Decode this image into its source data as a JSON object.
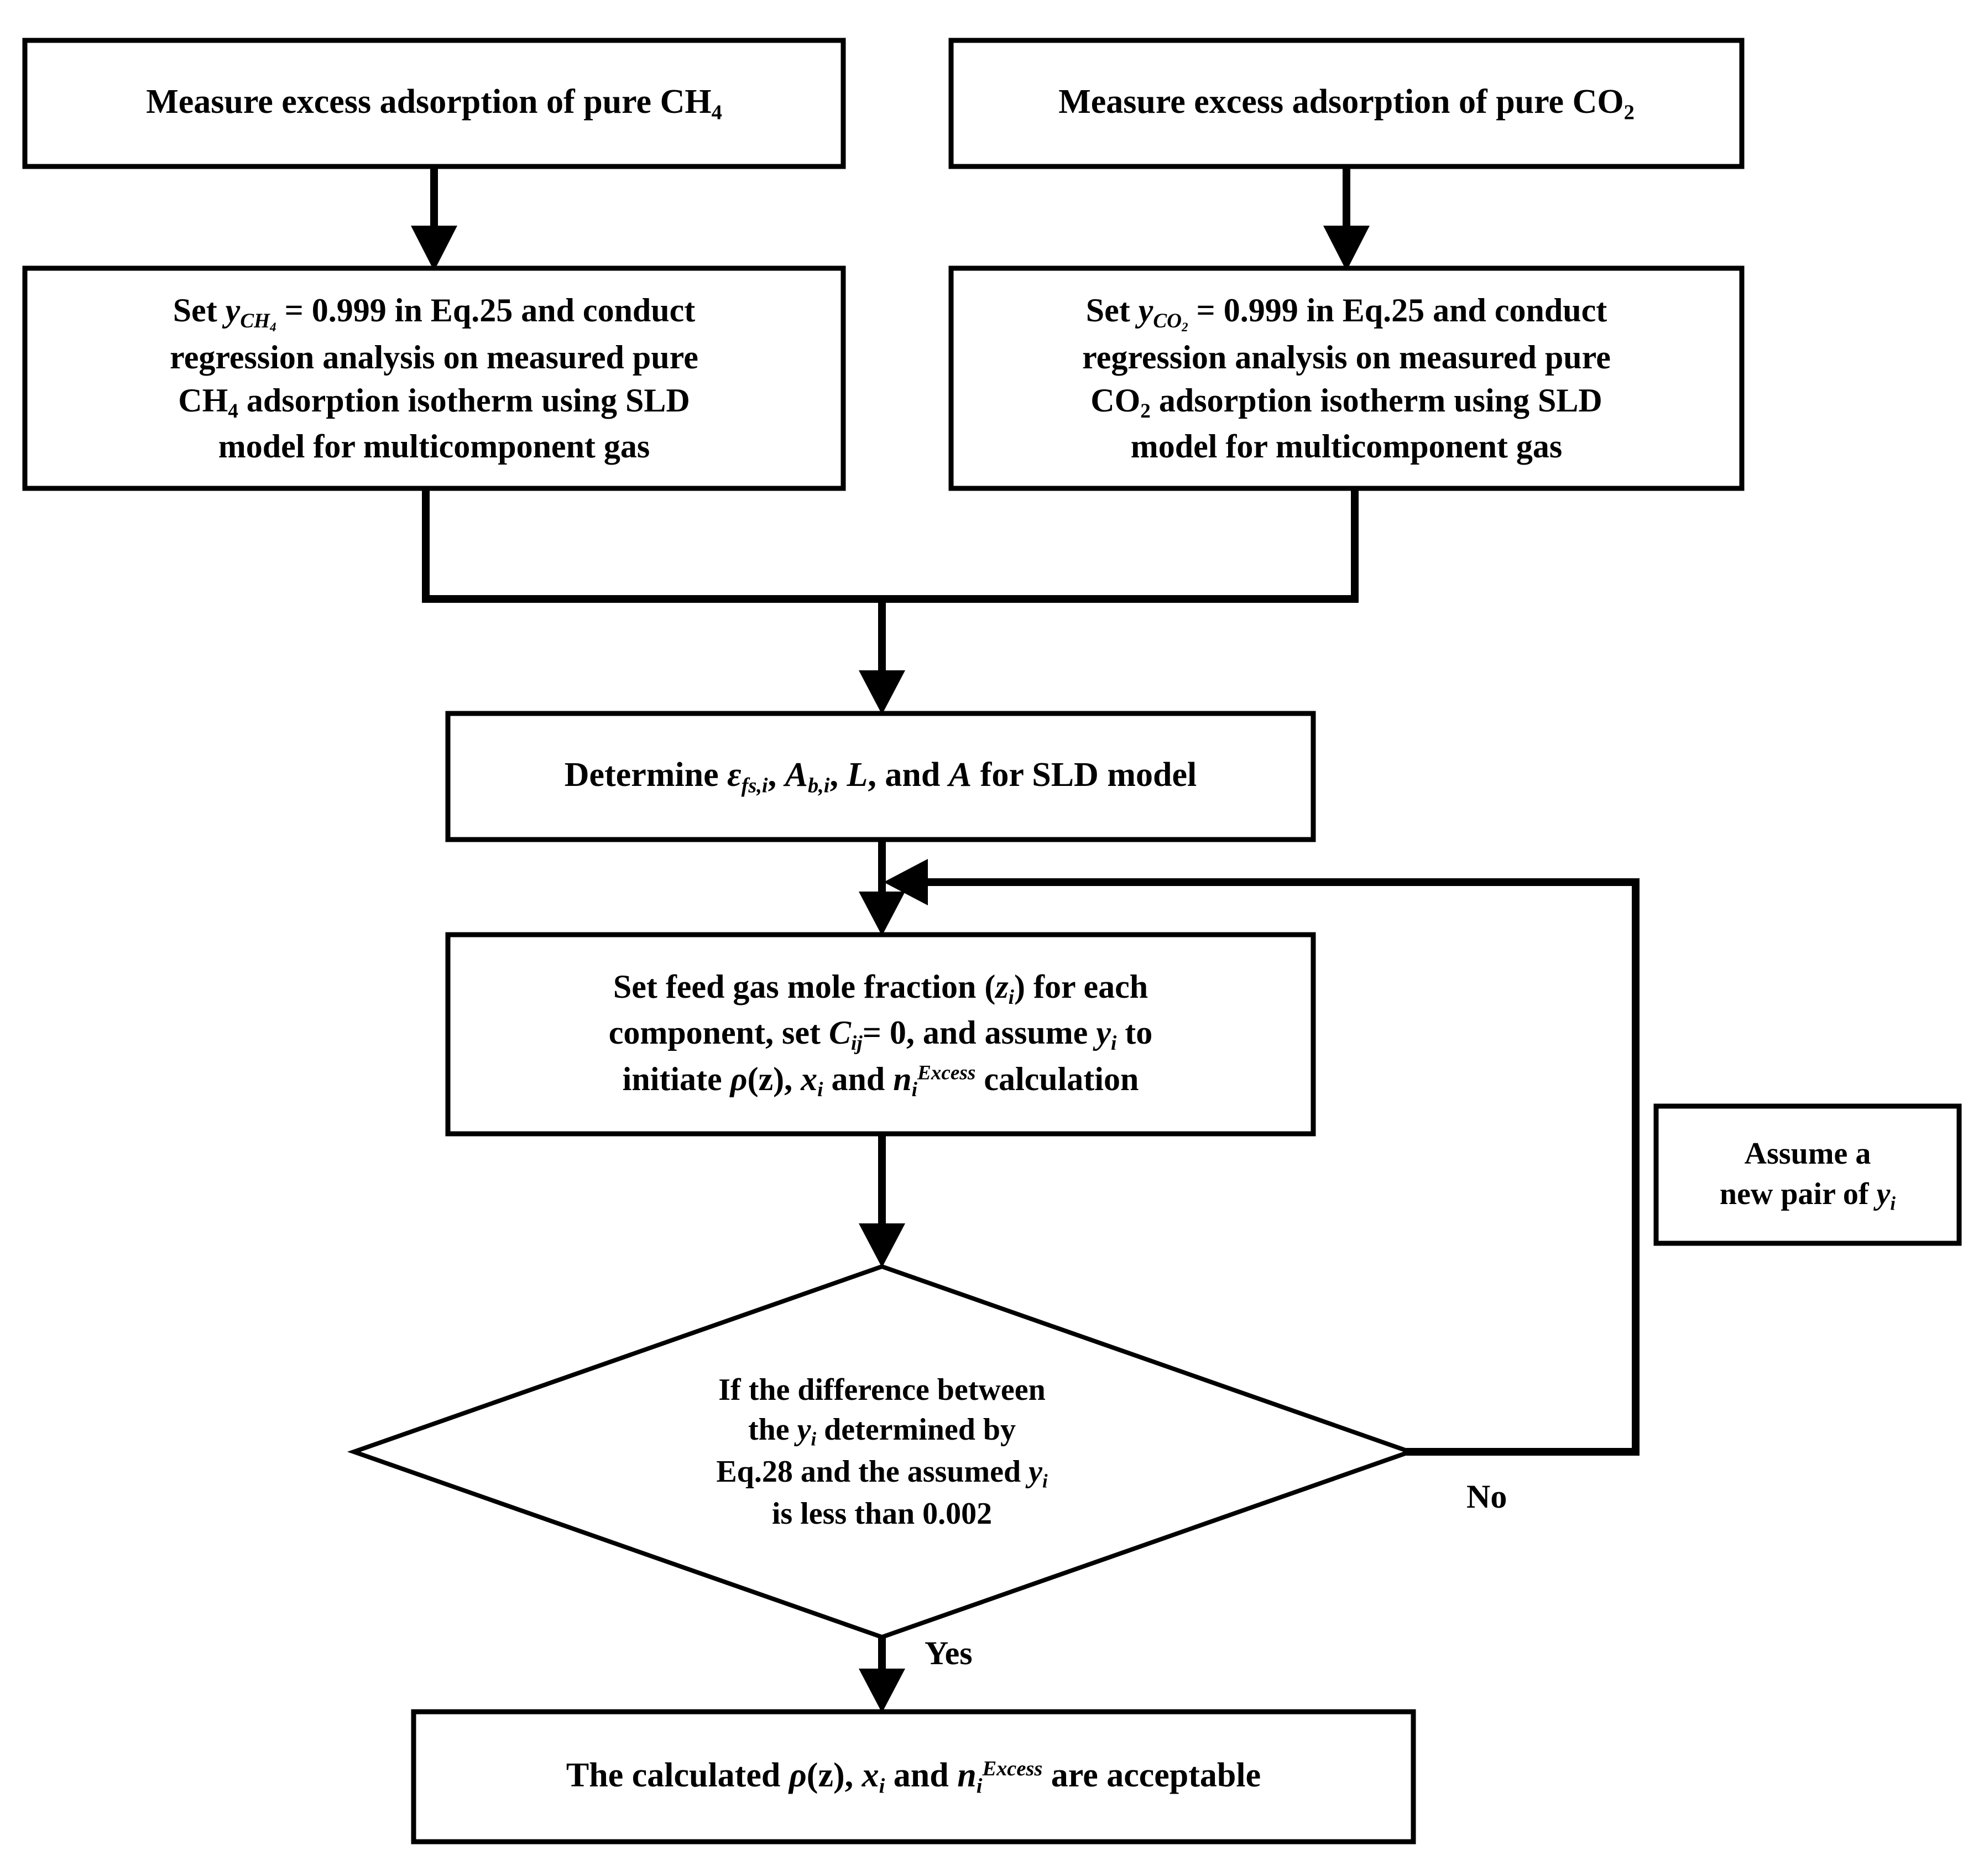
{
  "diagram": {
    "title": "SLD model multicomponent adsorption calculation flowchart",
    "type": "flowchart",
    "colors": {
      "background": "#ffffff",
      "stroke": "#000000",
      "fill": "#ffffff"
    }
  },
  "nodes": {
    "measure_ch4": {
      "shape": "process",
      "lines": [
        "Measure excess adsorption of pure CH₄"
      ]
    },
    "measure_co2": {
      "shape": "process",
      "lines": [
        "Measure excess adsorption of pure CO₂"
      ]
    },
    "set_ch4": {
      "shape": "process",
      "lines": [
        "Set y_CH4 = 0.999 in Eq.25 and conduct",
        "regression analysis on measured pure",
        "CH₄ adsorption isotherm using SLD",
        "model for multicomponent gas"
      ]
    },
    "set_co2": {
      "shape": "process",
      "lines": [
        "Set y_CO2 = 0.999 in Eq.25 and conduct",
        "regression analysis on measured pure",
        "CO₂ adsorption isotherm using SLD",
        "model for multicomponent gas"
      ]
    },
    "determine": {
      "shape": "process",
      "lines": [
        "Determine ε_fs,i, A_b,i, L, and A for SLD model"
      ]
    },
    "set_feed": {
      "shape": "process",
      "lines": [
        "Set feed gas mole fraction (z_i) for each",
        "component, set C_ij = 0, and assume y_i to",
        "initiate ρ(z), x_i and n_i^Excess calculation"
      ]
    },
    "decision": {
      "shape": "decision",
      "lines": [
        "If the difference between",
        "the y_i determined by",
        "Eq.28 and the assumed y_i",
        "is less than 0.002"
      ]
    },
    "assume_new": {
      "shape": "process",
      "lines": [
        "Assume a",
        "new pair of y_i"
      ]
    },
    "result": {
      "shape": "process",
      "lines": [
        "The calculated ρ(z), x_i and n_i^Excess are acceptable"
      ]
    }
  },
  "edge_labels": {
    "yes": "Yes",
    "no": "No"
  },
  "text_fragments": {
    "measure_ch4_l1_a": "Measure excess adsorption of pure CH",
    "measure_ch4_l1_sub": "4",
    "measure_co2_l1_a": "Measure excess adsorption of pure CO",
    "measure_co2_l1_sub": "2",
    "set_ch4_l1_a": "Set ",
    "set_ch4_l1_var": "y",
    "set_ch4_l1_sub": "CH",
    "set_ch4_l1_sub2": "4",
    "set_ch4_l1_b": " = 0.999 in Eq.25 and conduct",
    "set_ch4_l2": "regression analysis on measured pure",
    "set_ch4_l3_a": "CH",
    "set_ch4_l3_sub": "4",
    "set_ch4_l3_b": " adsorption isotherm using SLD",
    "set_ch4_l4": "model for multicomponent gas",
    "set_co2_l1_a": "Set ",
    "set_co2_l1_var": "y",
    "set_co2_l1_sub": "CO",
    "set_co2_l1_sub2": "2",
    "set_co2_l1_b": " = 0.999 in Eq.25 and conduct",
    "set_co2_l2": "regression analysis on measured pure",
    "set_co2_l3_a": "CO",
    "set_co2_l3_sub": "2",
    "set_co2_l3_b": " adsorption isotherm using SLD",
    "set_co2_l4": "model for multicomponent gas",
    "determine_a": "Determine ",
    "determine_eps": "ε",
    "determine_eps_sub": "fs,i",
    "determine_comma1": ", ",
    "determine_A1": "A",
    "determine_A1_sub": "b,i",
    "determine_comma2": ", ",
    "determine_L": "L",
    "determine_b": ", and ",
    "determine_A2": "A",
    "determine_c": " for SLD model",
    "feed_l1_a": "Set feed gas mole fraction (",
    "feed_l1_z": "z",
    "feed_l1_zsub": "i",
    "feed_l1_b": ") for each",
    "feed_l2_a": "component, set ",
    "feed_l2_C": "C",
    "feed_l2_Csub": "ij",
    "feed_l2_b": "= 0, and assume ",
    "feed_l2_y": "y",
    "feed_l2_ysub": "i",
    "feed_l2_c": " to",
    "feed_l3_a": "initiate ",
    "feed_l3_rho": "ρ",
    "feed_l3_b": "(z), ",
    "feed_l3_x": "x",
    "feed_l3_xsub": "i",
    "feed_l3_c": " and ",
    "feed_l3_n": "n",
    "feed_l3_nsub": "i",
    "feed_l3_nsup": "Excess",
    "feed_l3_d": " calculation",
    "dec_l1": "If the difference between",
    "dec_l2_a": "the ",
    "dec_l2_y": "y",
    "dec_l2_ysub": "i",
    "dec_l2_b": " determined by",
    "dec_l3_a": "Eq.28 and the assumed ",
    "dec_l3_y": "y",
    "dec_l3_ysub": "i",
    "dec_l4": "is less than 0.002",
    "assume_l1": "Assume a",
    "assume_l2_a": "new pair of ",
    "assume_l2_y": "y",
    "assume_l2_ysub": "i",
    "result_a": "The calculated ",
    "result_rho": "ρ",
    "result_b": "(z), ",
    "result_x": "x",
    "result_xsub": "i",
    "result_c": " and ",
    "result_n": "n",
    "result_nsub": "i",
    "result_nsup": "Excess",
    "result_d": " are acceptable"
  }
}
